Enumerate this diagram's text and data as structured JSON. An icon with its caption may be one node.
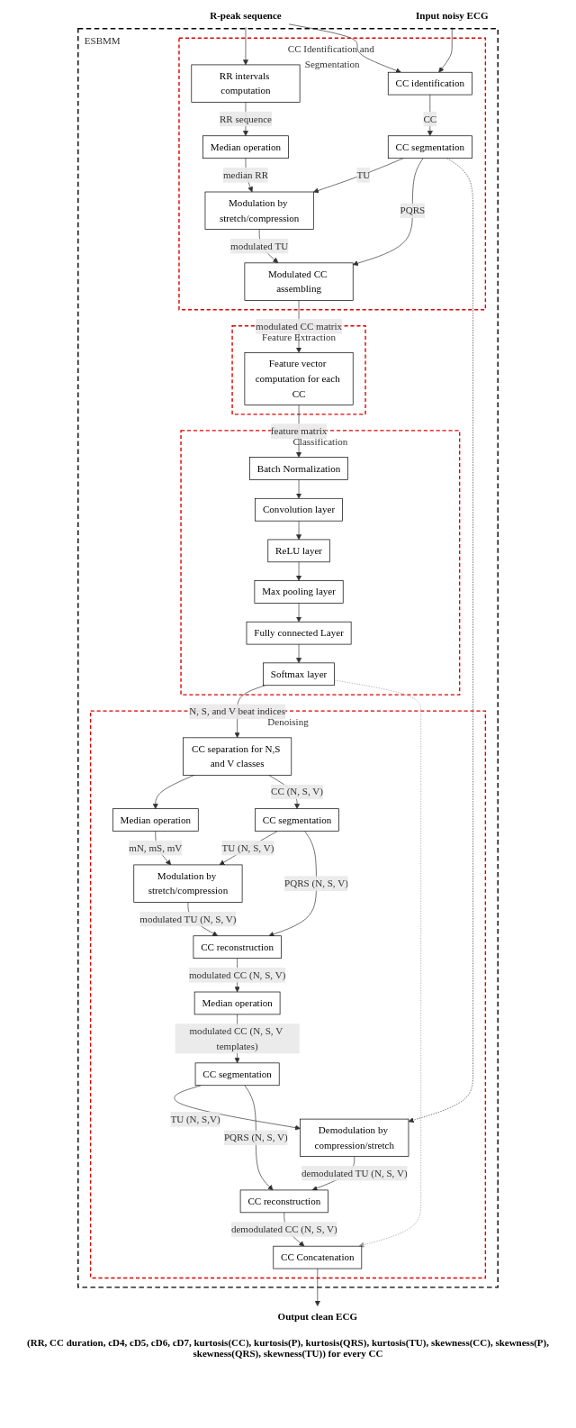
{
  "diagram": {
    "nodes": [
      {
        "text": [
          "ESBMM"
        ]
      },
      {
        "text": [
          "R-peak sequence"
        ]
      },
      {
        "text": [
          "Input noisy ECG"
        ]
      },
      {
        "text": [
          "CC Identification and Segmentation"
        ],
        "in": 0
      },
      {
        "text": [
          "RR intervals computation"
        ],
        "in": 3
      },
      {
        "text": [
          "CC identification"
        ],
        "in": 3
      },
      {
        "text": [
          "Median operation"
        ],
        "in": 3
      },
      {
        "text": [
          "CC segmentation"
        ],
        "in": 3
      },
      {
        "text": [
          "Modulation by stretch/compression"
        ],
        "in": 3
      },
      {
        "text": [
          "Modulated CC assembling"
        ],
        "in": 3
      },
      {
        "text": [
          "Feature Extraction"
        ],
        "in": 0
      },
      {
        "text": [
          "Feature vector computation for each CC"
        ],
        "in": 10
      },
      {
        "text": [
          "Classification"
        ],
        "in": 0
      },
      {
        "text": [
          "Batch Normalization"
        ],
        "in": 12
      },
      {
        "text": [
          "Convolution layer"
        ],
        "in": 12
      },
      {
        "text": [
          "ReLU layer"
        ],
        "in": 12
      },
      {
        "text": [
          "Max pooling layer"
        ],
        "in": 12
      },
      {
        "text": [
          "Fully connected Layer"
        ],
        "in": 12
      },
      {
        "text": [
          "Softmax layer"
        ],
        "in": 12
      },
      {
        "text": [
          "Denoising"
        ],
        "in": 0
      },
      {
        "text": [
          "CC separation for N,S and V classes"
        ],
        "in": 19
      },
      {
        "text": [
          "Median operation"
        ],
        "in": 19
      },
      {
        "text": [
          "CC segmentation"
        ],
        "in": 19
      },
      {
        "text": [
          "Modulation by stretch/compression"
        ],
        "in": 19
      },
      {
        "text": [
          "CC reconstruction"
        ],
        "in": 19
      },
      {
        "text": [
          "Demodulation by compression/stretch"
        ],
        "in": 19
      },
      {
        "text": [
          "Median operation"
        ],
        "in": 19
      },
      {
        "text": [
          "CC segmentation"
        ],
        "in": 19
      },
      {
        "text": [
          "CC reconstruction"
        ],
        "in": 19
      },
      {
        "text": [
          "CC Concatenation"
        ],
        "in": 19
      },
      {
        "text": [
          "Output clean ECG"
        ]
      }
    ],
    "edges": [
      {
        "from": 1,
        "to": 4,
        "arrow": "to"
      },
      {
        "from": 1,
        "to": 5,
        "arrow": "to"
      },
      {
        "from": 2,
        "to": 5,
        "arrow": "to"
      },
      {
        "from": 4,
        "to": 6,
        "arrow": "to",
        "label": "RR sequence"
      },
      {
        "from": 5,
        "to": 7,
        "arrow": "to",
        "label": "CC"
      },
      {
        "from": 6,
        "to": 8,
        "arrow": "to",
        "label": "median RR"
      },
      {
        "from": 7,
        "to": 8,
        "arrow": "to",
        "label": "TU"
      },
      {
        "from": 7,
        "to": 9,
        "arrow": "to",
        "label": "PQRS"
      },
      {
        "from": 8,
        "to": 9,
        "arrow": "to",
        "label": "modulated TU"
      },
      {
        "from": 7,
        "to": 25,
        "arrow": "to",
        "style": "dashed"
      },
      {
        "from": 9,
        "to": 11,
        "arrow": "to",
        "label": "modulated CC matrix"
      },
      {
        "from": 11,
        "to": 13,
        "arrow": "to",
        "label": "feature matrix"
      },
      {
        "from": 13,
        "to": 14,
        "arrow": "to"
      },
      {
        "from": 14,
        "to": 15,
        "arrow": "to"
      },
      {
        "from": 15,
        "to": 16,
        "arrow": "to"
      },
      {
        "from": 16,
        "to": 17,
        "arrow": "to"
      },
      {
        "from": 17,
        "to": 18,
        "arrow": "to"
      },
      {
        "from": 18,
        "to": 20,
        "arrow": "to",
        "label": "N, S, and V beat indices"
      },
      {
        "from": 18,
        "to": 29,
        "arrow": "to",
        "style": "dashed",
        "color": "#999999"
      },
      {
        "from": 20,
        "to": 21,
        "arrow": "to"
      },
      {
        "from": 20,
        "to": 22,
        "arrow": "to",
        "label": "CC (N, S, V)"
      },
      {
        "from": 21,
        "to": 23,
        "arrow": "to",
        "label": "mN, mS, mV"
      },
      {
        "from": 22,
        "to": 23,
        "arrow": "to",
        "label": "TU (N, S, V)"
      },
      {
        "from": 22,
        "to": 24,
        "arrow": "to",
        "label": "PQRS (N, S, V)"
      },
      {
        "from": 23,
        "to": 24,
        "arrow": "to",
        "label": "modulated TU (N, S, V)"
      },
      {
        "from": 24,
        "to": 26,
        "arrow": "to",
        "label": "modulated CC (N, S, V)"
      },
      {
        "from": 26,
        "to": 27,
        "arrow": "to",
        "label": "modulated CC (N, S, V templates)"
      },
      {
        "from": 27,
        "to": 25,
        "arrow": "to",
        "label": "TU (N, S,V)"
      },
      {
        "from": 27,
        "to": 28,
        "arrow": "to",
        "label": "PQRS (N, S, V)"
      },
      {
        "from": 25,
        "to": 28,
        "arrow": "to",
        "label": "demodulated TU (N, S, V)"
      },
      {
        "from": 28,
        "to": 29,
        "arrow": "to",
        "label": "demodulated CC (N, S, V)"
      },
      {
        "from": 29,
        "to": 30,
        "arrow": "to"
      }
    ],
    "labels": [
      "(RR, CC duration, cD4, cD5, cD6, cD7, kurtosis(CC), kurtosis(P), kurtosis(QRS), kurtosis(TU), skewness(CC), skewness(P), skewness(QRS), skewness(TU)) for every CC"
    ]
  }
}
